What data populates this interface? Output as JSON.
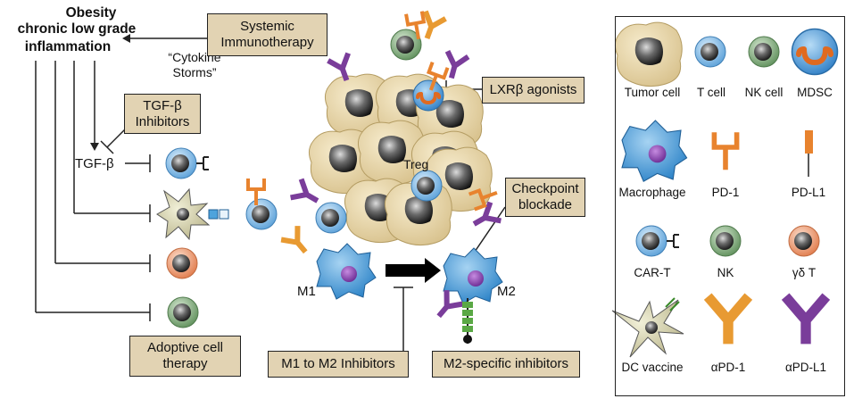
{
  "title": {
    "line1": "Obesity",
    "line2": "chronic low grade",
    "line3": "inflammation"
  },
  "cytokine": {
    "line1": "“Cytokine",
    "line2": "Storms”"
  },
  "tgfb_label": "TGF-β",
  "treg_label": "Treg",
  "m1_label": "M1",
  "m2_label": "M2",
  "boxes": {
    "systemic": [
      "Systemic",
      "Immunotherapy"
    ],
    "tgfb_inhibitors": [
      "TGF-β",
      "Inhibitors"
    ],
    "lxr": [
      "LXRβ agonists"
    ],
    "checkpoint": [
      "Checkpoint",
      "blockade"
    ],
    "adoptive": [
      "Adoptive cell",
      "therapy"
    ],
    "m1m2": [
      "M1 to M2 Inhibitors"
    ],
    "m2specific": [
      "M2-specific inhibitors"
    ]
  },
  "legend": {
    "tumor": "Tumor cell",
    "tcell": "T cell",
    "nk": "NK cell",
    "mdsc": "MDSC",
    "macrophage": "Macrophage",
    "pd1": "PD-1",
    "pdl1": "PD-L1",
    "cart": "CAR-T",
    "nk2": "NK",
    "gdt": "γδ T",
    "dc": "DC vaccine",
    "apd1": "αPD-1",
    "apdl1": "αPD-L1"
  },
  "colors": {
    "box_fill": "#e2d3b3",
    "tumor_fill": "#e9d9ad",
    "tcell_blue": "#8fc3ea",
    "nk_green": "#8fb58a",
    "gdt_orange": "#f0a27a",
    "macrophage_blue": "#4ea3dc",
    "nucleus_purple": "#8b3fb0",
    "pd1_orange": "#e8832e",
    "pdl1_purple": "#7a3d9a",
    "m2_inhibitor_green": "#5aa845"
  }
}
